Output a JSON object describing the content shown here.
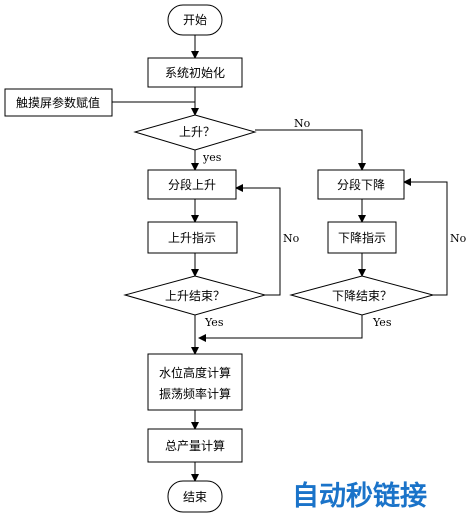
{
  "nodes": {
    "start": "开始",
    "init": "系统初始化",
    "touch_params": "触摸屏参数赋值",
    "rise_decision": "上升？",
    "rise_stage": "分段上升",
    "fall_stage": "分段下降",
    "rise_indicate": "上升指示",
    "fall_indicate": "下降指示",
    "rise_end_decision": "上升结束？",
    "fall_end_decision": "下降结束？",
    "calc_line1": "水位高度计算",
    "calc_line2": "振荡频率计算",
    "total_output": "总产量计算",
    "end": "结束"
  },
  "edge_labels": {
    "rise_no": "No",
    "rise_yes": "yes",
    "rise_end_no": "No",
    "rise_end_yes": "Yes",
    "fall_end_no": "No",
    "fall_end_yes": "Yes"
  },
  "watermark": {
    "text": "自动秒链接",
    "color": "#1a73c9"
  }
}
